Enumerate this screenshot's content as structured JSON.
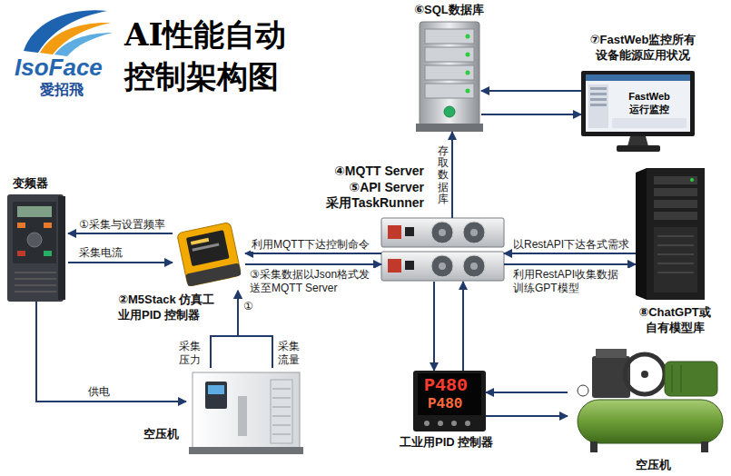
{
  "diagram": {
    "title": "AI性能自动 控制架构图",
    "nodes": [
      {
        "text": [
          "⑥SQL数据库"
        ]
      },
      {
        "text": [
          "⑦FastWeb监控所有 设备能源应用状况",
          "FastWeb 运行监控"
        ]
      },
      {
        "text": [
          "变频器"
        ]
      },
      {
        "text": [
          "④MQTT Server ⑤API Server 采用TaskRunner"
        ]
      },
      {
        "text": [
          "②M5Stack 仿真工 业用PID 控制器"
        ]
      },
      {
        "text": [
          "⑧ChatGPT或 自有模型库"
        ]
      },
      {
        "text": [
          "空压机"
        ]
      },
      {
        "text": [
          "工业用PID 控制器"
        ]
      },
      {
        "text": [
          "空压机"
        ]
      }
    ],
    "edges": [
      {
        "from": 4,
        "to": 2,
        "arrow": "to",
        "label": "①采集与设置频率"
      },
      {
        "from": 2,
        "to": 4,
        "arrow": "to",
        "label": "采集电流"
      },
      {
        "from": 3,
        "to": 4,
        "arrow": "to",
        "label": "利用MQTT下达控制命令"
      },
      {
        "from": 4,
        "to": 3,
        "arrow": "to",
        "label": "③采集数据以Json格式发 送至MQTT Server"
      },
      {
        "from": 3,
        "to": 0,
        "arrow": "to",
        "label": "存取数据库"
      },
      {
        "from": 1,
        "to": 0,
        "arrow": "to"
      },
      {
        "from": 0,
        "to": 1,
        "arrow": "to"
      },
      {
        "from": 5,
        "to": 3,
        "arrow": "to",
        "label": "以RestAPI下达各式需求"
      },
      {
        "from": 3,
        "to": 5,
        "arrow": "to",
        "label": "利用RestAPI收集数据 训练GPT模型"
      },
      {
        "from": 3,
        "to": 7,
        "arrow": "to"
      },
      {
        "from": 7,
        "to": 3,
        "arrow": "to"
      },
      {
        "from": 8,
        "to": 7,
        "arrow": "to"
      },
      {
        "from": 7,
        "to": 8,
        "arrow": "to"
      },
      {
        "from": 2,
        "to": 6,
        "arrow": "to",
        "label": "供电"
      },
      {
        "from": 6,
        "to": 4,
        "arrow": "to",
        "label": "采集 压力"
      },
      {
        "from": 6,
        "to": 4,
        "arrow": "to",
        "label": "采集 流量"
      }
    ],
    "labels": [
      "IsoFace",
      "愛招飛",
      "①",
      "P480",
      "P480"
    ]
  }
}
